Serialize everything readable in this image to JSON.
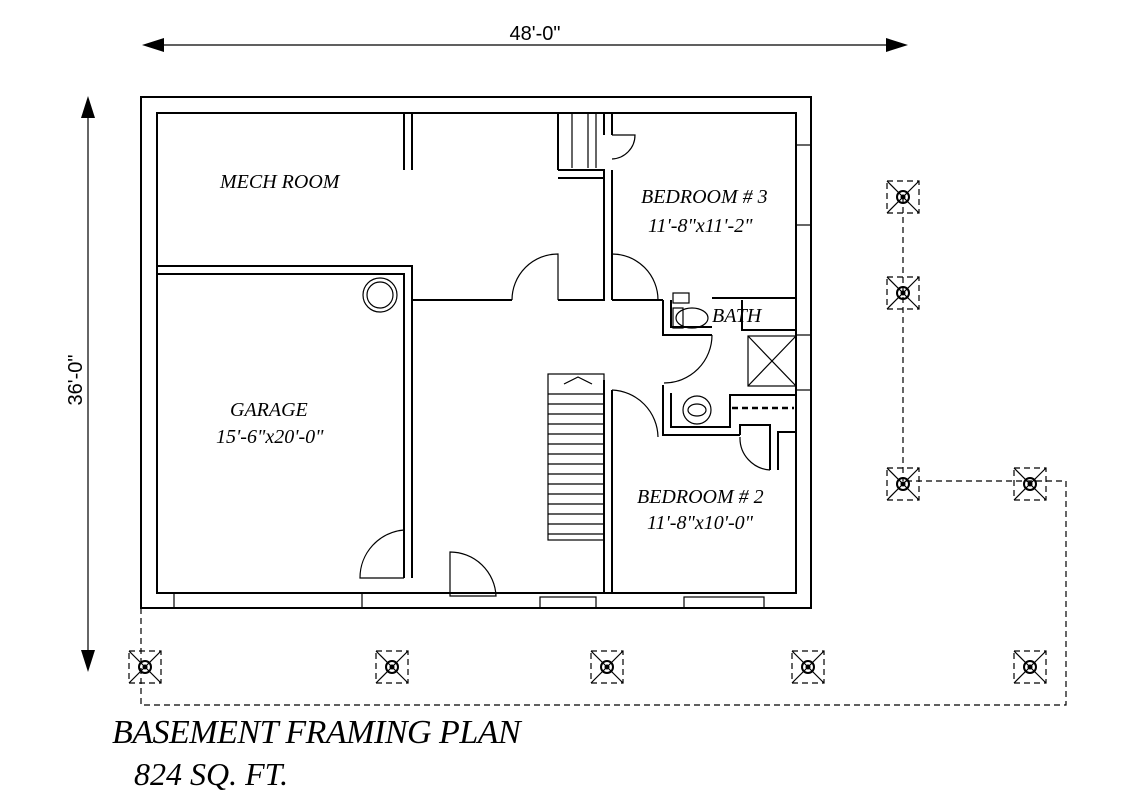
{
  "dimensions": {
    "width": "48'-0\"",
    "depth": "36'-0\""
  },
  "rooms": {
    "mech_room": {
      "name": "MECH ROOM"
    },
    "bedroom3": {
      "name": "BEDROOM # 3",
      "size": "11'-8\"x11'-2\""
    },
    "bath": {
      "name": "BATH"
    },
    "garage": {
      "name": "GARAGE",
      "size": "15'-6\"x20'-0\""
    },
    "bedroom2": {
      "name": "BEDROOM # 2",
      "size": "11'-8\"x10'-0\""
    }
  },
  "plan": {
    "title": "BASEMENT FRAMING PLAN",
    "area": "824 SQ. FT."
  }
}
